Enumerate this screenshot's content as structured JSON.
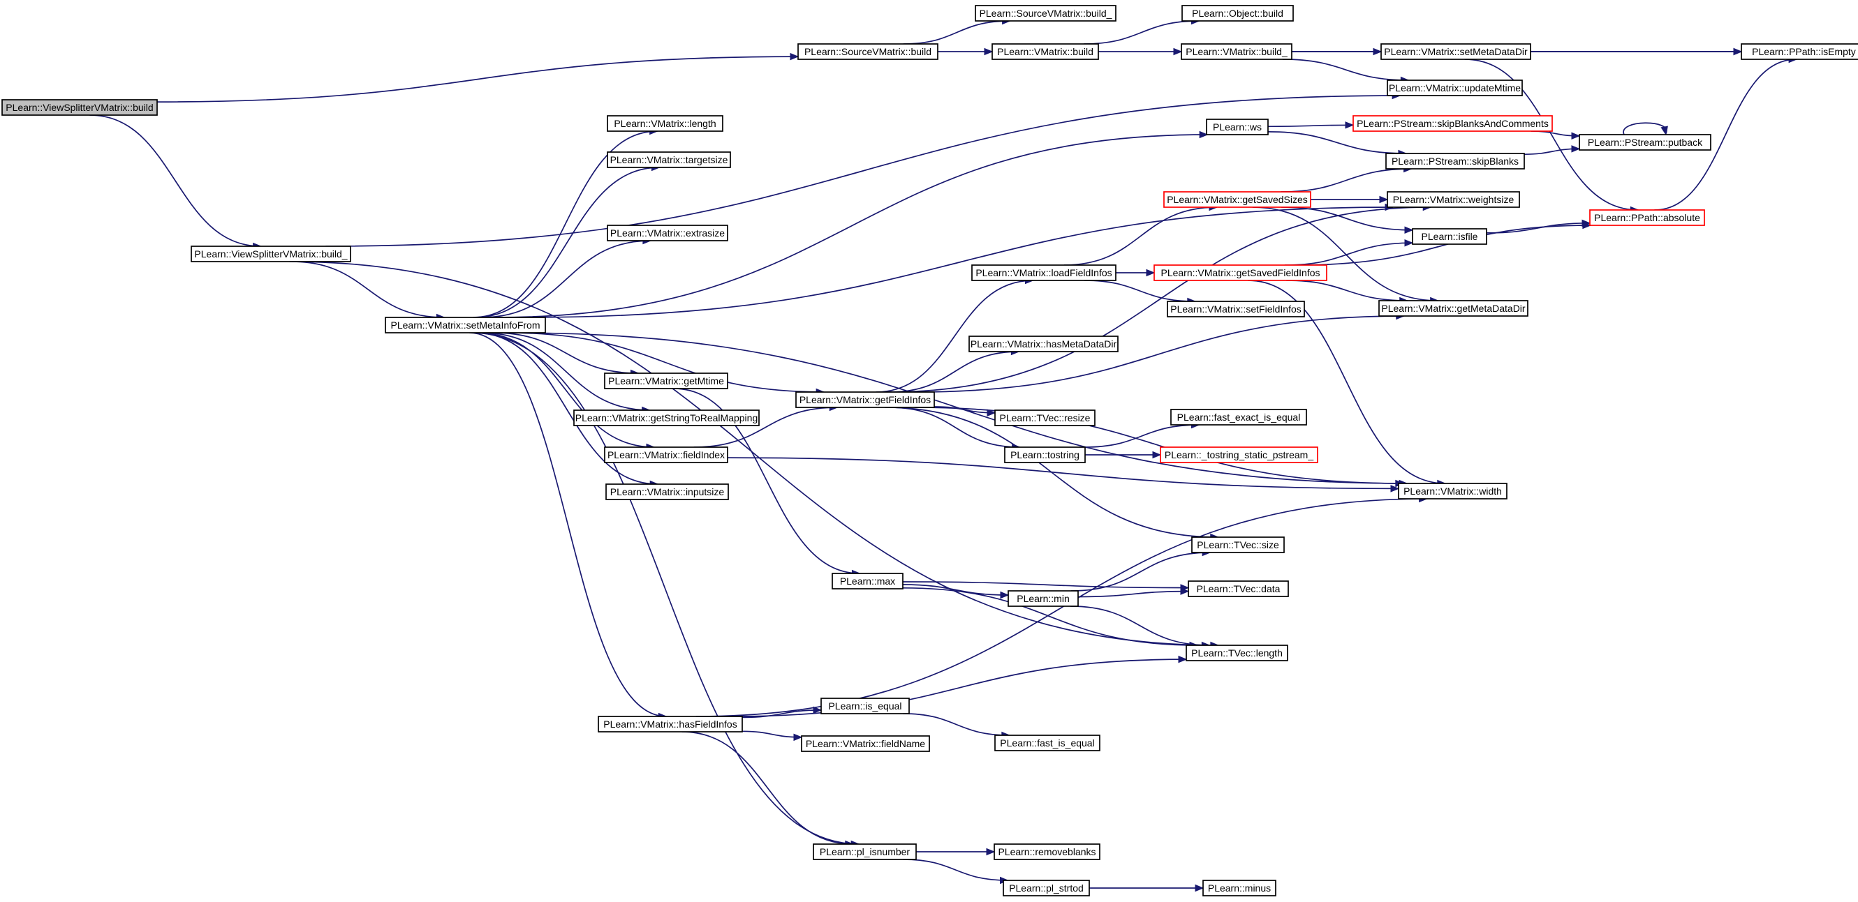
{
  "colors": {
    "edge": "#191970",
    "root_fill": "#bfbfbf",
    "node_border": "#000000",
    "truncated_border": "#ff0000"
  },
  "nodes": [
    {
      "id": "vs_build",
      "label": "PLearn::ViewSplitterVMatrix::build",
      "root": true
    },
    {
      "id": "vs_build_",
      "label": "PLearn::ViewSplitterVMatrix::build_"
    },
    {
      "id": "setMetaInfoFrom",
      "label": "PLearn::VMatrix::setMetaInfoFrom"
    },
    {
      "id": "sv_build_",
      "label": "PLearn::SourceVMatrix::build_"
    },
    {
      "id": "sv_build",
      "label": "PLearn::SourceVMatrix::build"
    },
    {
      "id": "vm_build",
      "label": "PLearn::VMatrix::build"
    },
    {
      "id": "obj_build",
      "label": "PLearn::Object::build"
    },
    {
      "id": "vm_build_",
      "label": "PLearn::VMatrix::build_"
    },
    {
      "id": "setMetaDataDir",
      "label": "PLearn::VMatrix::setMetaDataDir"
    },
    {
      "id": "isEmpty",
      "label": "PLearn::PPath::isEmpty"
    },
    {
      "id": "updateMtime",
      "label": "PLearn::VMatrix::updateMtime"
    },
    {
      "id": "vm_length",
      "label": "PLearn::VMatrix::length"
    },
    {
      "id": "targetsize",
      "label": "PLearn::VMatrix::targetsize"
    },
    {
      "id": "extrasize",
      "label": "PLearn::VMatrix::extrasize"
    },
    {
      "id": "ws",
      "label": "PLearn::ws"
    },
    {
      "id": "skipBlanksAndComments",
      "label": "PLearn::PStream::skipBlanksAndComments",
      "truncated": true
    },
    {
      "id": "putback",
      "label": "PLearn::PStream::putback"
    },
    {
      "id": "skipBlanks",
      "label": "PLearn::PStream::skipBlanks"
    },
    {
      "id": "getSavedSizes",
      "label": "PLearn::VMatrix::getSavedSizes",
      "truncated": true
    },
    {
      "id": "weightsize",
      "label": "PLearn::VMatrix::weightsize"
    },
    {
      "id": "isfile",
      "label": "PLearn::isfile"
    },
    {
      "id": "absolute",
      "label": "PLearn::PPath::absolute",
      "truncated": true
    },
    {
      "id": "loadFieldInfos",
      "label": "PLearn::VMatrix::loadFieldInfos"
    },
    {
      "id": "getSavedFieldInfos",
      "label": "PLearn::VMatrix::getSavedFieldInfos",
      "truncated": true
    },
    {
      "id": "setFieldInfos",
      "label": "PLearn::VMatrix::setFieldInfos"
    },
    {
      "id": "getMetaDataDir",
      "label": "PLearn::VMatrix::getMetaDataDir"
    },
    {
      "id": "hasMetaDataDir",
      "label": "PLearn::VMatrix::hasMetaDataDir"
    },
    {
      "id": "getMtime",
      "label": "PLearn::VMatrix::getMtime"
    },
    {
      "id": "getFieldInfos",
      "label": "PLearn::VMatrix::getFieldInfos"
    },
    {
      "id": "tvec_resize",
      "label": "PLearn::TVec::resize"
    },
    {
      "id": "getStringToRealMapping",
      "label": "PLearn::VMatrix::getStringToRealMapping"
    },
    {
      "id": "fast_exact_is_equal",
      "label": "PLearn::fast_exact_is_equal"
    },
    {
      "id": "tostring",
      "label": "PLearn::tostring"
    },
    {
      "id": "tostring_static",
      "label": "PLearn::_tostring_static_pstream_",
      "truncated": true
    },
    {
      "id": "fieldIndex",
      "label": "PLearn::VMatrix::fieldIndex"
    },
    {
      "id": "inputsize",
      "label": "PLearn::VMatrix::inputsize"
    },
    {
      "id": "width",
      "label": "PLearn::VMatrix::width"
    },
    {
      "id": "tvec_size",
      "label": "PLearn::TVec::size"
    },
    {
      "id": "max",
      "label": "PLearn::max"
    },
    {
      "id": "tvec_data",
      "label": "PLearn::TVec::data"
    },
    {
      "id": "min",
      "label": "PLearn::min"
    },
    {
      "id": "tvec_length",
      "label": "PLearn::TVec::length"
    },
    {
      "id": "is_equal",
      "label": "PLearn::is_equal"
    },
    {
      "id": "hasFieldInfos",
      "label": "PLearn::VMatrix::hasFieldInfos"
    },
    {
      "id": "fieldName",
      "label": "PLearn::VMatrix::fieldName"
    },
    {
      "id": "fast_is_equal",
      "label": "PLearn::fast_is_equal"
    },
    {
      "id": "pl_isnumber",
      "label": "PLearn::pl_isnumber"
    },
    {
      "id": "removeblanks",
      "label": "PLearn::removeblanks"
    },
    {
      "id": "pl_strtod",
      "label": "PLearn::pl_strtod"
    },
    {
      "id": "minus",
      "label": "PLearn::minus"
    }
  ],
  "edges": [
    [
      "vs_build",
      "sv_build"
    ],
    [
      "vs_build",
      "vs_build_"
    ],
    [
      "sv_build",
      "sv_build_"
    ],
    [
      "sv_build",
      "vm_build"
    ],
    [
      "vm_build",
      "obj_build"
    ],
    [
      "vm_build",
      "vm_build_"
    ],
    [
      "vm_build_",
      "setMetaDataDir"
    ],
    [
      "vm_build_",
      "isEmpty"
    ],
    [
      "vm_build_",
      "updateMtime"
    ],
    [
      "setMetaDataDir",
      "isEmpty"
    ],
    [
      "setMetaDataDir",
      "absolute"
    ],
    [
      "vs_build_",
      "updateMtime"
    ],
    [
      "vs_build_",
      "setMetaInfoFrom"
    ],
    [
      "vs_build_",
      "tvec_length"
    ],
    [
      "setMetaInfoFrom",
      "vm_length"
    ],
    [
      "setMetaInfoFrom",
      "targetsize"
    ],
    [
      "setMetaInfoFrom",
      "extrasize"
    ],
    [
      "setMetaInfoFrom",
      "ws"
    ],
    [
      "setMetaInfoFrom",
      "weightsize"
    ],
    [
      "setMetaInfoFrom",
      "getMtime"
    ],
    [
      "setMetaInfoFrom",
      "getStringToRealMapping"
    ],
    [
      "setMetaInfoFrom",
      "fieldIndex"
    ],
    [
      "setMetaInfoFrom",
      "inputsize"
    ],
    [
      "setMetaInfoFrom",
      "getFieldInfos"
    ],
    [
      "setMetaInfoFrom",
      "width"
    ],
    [
      "setMetaInfoFrom",
      "hasFieldInfos"
    ],
    [
      "setMetaInfoFrom",
      "pl_isnumber"
    ],
    [
      "ws",
      "skipBlanksAndComments"
    ],
    [
      "ws",
      "skipBlanks"
    ],
    [
      "skipBlanksAndComments",
      "putback"
    ],
    [
      "skipBlanks",
      "putback"
    ],
    [
      "putback",
      "putback"
    ],
    [
      "getSavedSizes",
      "skipBlanks"
    ],
    [
      "getSavedSizes",
      "weightsize"
    ],
    [
      "getSavedSizes",
      "isfile"
    ],
    [
      "getSavedSizes",
      "getMetaDataDir"
    ],
    [
      "isfile",
      "absolute"
    ],
    [
      "absolute",
      "isEmpty"
    ],
    [
      "loadFieldInfos",
      "getSavedSizes"
    ],
    [
      "loadFieldInfos",
      "getSavedFieldInfos"
    ],
    [
      "loadFieldInfos",
      "setFieldInfos"
    ],
    [
      "getSavedFieldInfos",
      "isfile"
    ],
    [
      "getSavedFieldInfos",
      "absolute"
    ],
    [
      "getSavedFieldInfos",
      "getMetaDataDir"
    ],
    [
      "getSavedFieldInfos",
      "width"
    ],
    [
      "getFieldInfos",
      "weightsize"
    ],
    [
      "getFieldInfos",
      "loadFieldInfos"
    ],
    [
      "getFieldInfos",
      "hasMetaDataDir"
    ],
    [
      "getFieldInfos",
      "getMetaDataDir"
    ],
    [
      "getFieldInfos",
      "tvec_resize"
    ],
    [
      "getFieldInfos",
      "tostring"
    ],
    [
      "getFieldInfos",
      "width"
    ],
    [
      "getFieldInfos",
      "tvec_size"
    ],
    [
      "tostring",
      "fast_exact_is_equal"
    ],
    [
      "tostring",
      "tostring_static"
    ],
    [
      "fieldIndex",
      "getFieldInfos"
    ],
    [
      "fieldIndex",
      "width"
    ],
    [
      "getMtime",
      "max"
    ],
    [
      "max",
      "min"
    ],
    [
      "max",
      "tvec_data"
    ],
    [
      "max",
      "tvec_length"
    ],
    [
      "min",
      "tvec_size"
    ],
    [
      "min",
      "tvec_data"
    ],
    [
      "min",
      "tvec_length"
    ],
    [
      "hasFieldInfos",
      "tvec_length"
    ],
    [
      "hasFieldInfos",
      "is_equal"
    ],
    [
      "hasFieldInfos",
      "fieldName"
    ],
    [
      "hasFieldInfos",
      "width"
    ],
    [
      "hasFieldInfos",
      "pl_isnumber"
    ],
    [
      "is_equal",
      "fast_is_equal"
    ],
    [
      "pl_isnumber",
      "removeblanks"
    ],
    [
      "pl_isnumber",
      "pl_strtod"
    ],
    [
      "pl_strtod",
      "minus"
    ]
  ]
}
